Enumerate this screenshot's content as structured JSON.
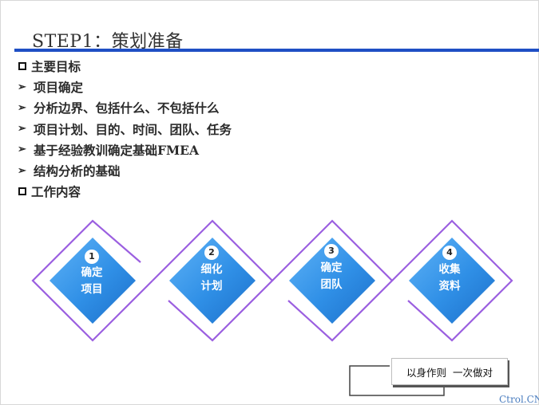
{
  "slide": {
    "title": "STEP1：策划准备",
    "bullets": [
      {
        "marker": "box",
        "text": "主要目标"
      },
      {
        "marker": "arrow",
        "text": "项目确定"
      },
      {
        "marker": "arrow",
        "text": "分析边界、包括什么、不包括什么"
      },
      {
        "marker": "arrow",
        "text": "项目计划、目的、时间、团队、任务"
      },
      {
        "marker": "arrow",
        "text": "基于经验教训确定基础FMEA"
      },
      {
        "marker": "arrow",
        "text": "结构分析的基础"
      },
      {
        "marker": "box",
        "text": "工作内容"
      }
    ],
    "steps": [
      {
        "number": "1",
        "line1": "确定",
        "line2": "项目"
      },
      {
        "number": "2",
        "line1": "细化",
        "line2": "计划"
      },
      {
        "number": "3",
        "line1": "确定",
        "line2": "团队"
      },
      {
        "number": "4",
        "line1": "收集",
        "line2": "资料"
      }
    ],
    "motto": "以身作则  一次做对",
    "watermark": "Ctrol.CN",
    "colors": {
      "title_bar": "#1f4fc4",
      "diamond_blue": "#2f8fe6",
      "outline_purple": "#9b5fe0"
    }
  }
}
